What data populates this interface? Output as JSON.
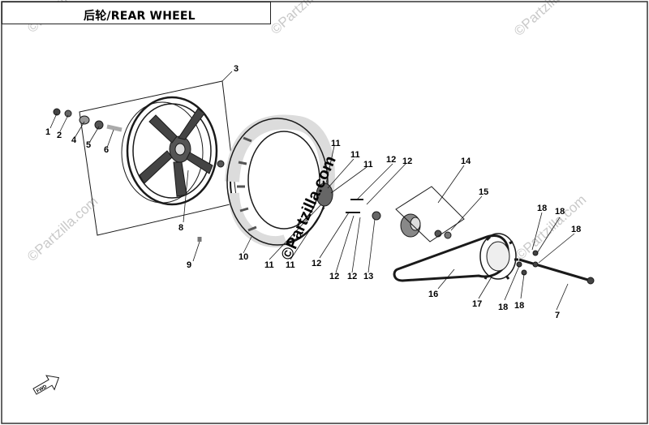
{
  "title": "后轮/REAR WHEEL",
  "watermark_text": "©Partzilla.com",
  "fwd_label": "FWD",
  "callouts": [
    "1",
    "2",
    "4",
    "5",
    "6",
    "3",
    "8",
    "9",
    "10",
    "11",
    "11",
    "11",
    "11",
    "11",
    "12",
    "12",
    "12",
    "12",
    "12",
    "13",
    "14",
    "15",
    "16",
    "17",
    "18",
    "18",
    "18",
    "18",
    "18",
    "7"
  ],
  "colors": {
    "line": "#1a1a1a",
    "tire": "#3a3a3a",
    "watermark": "#c9c9c9"
  }
}
